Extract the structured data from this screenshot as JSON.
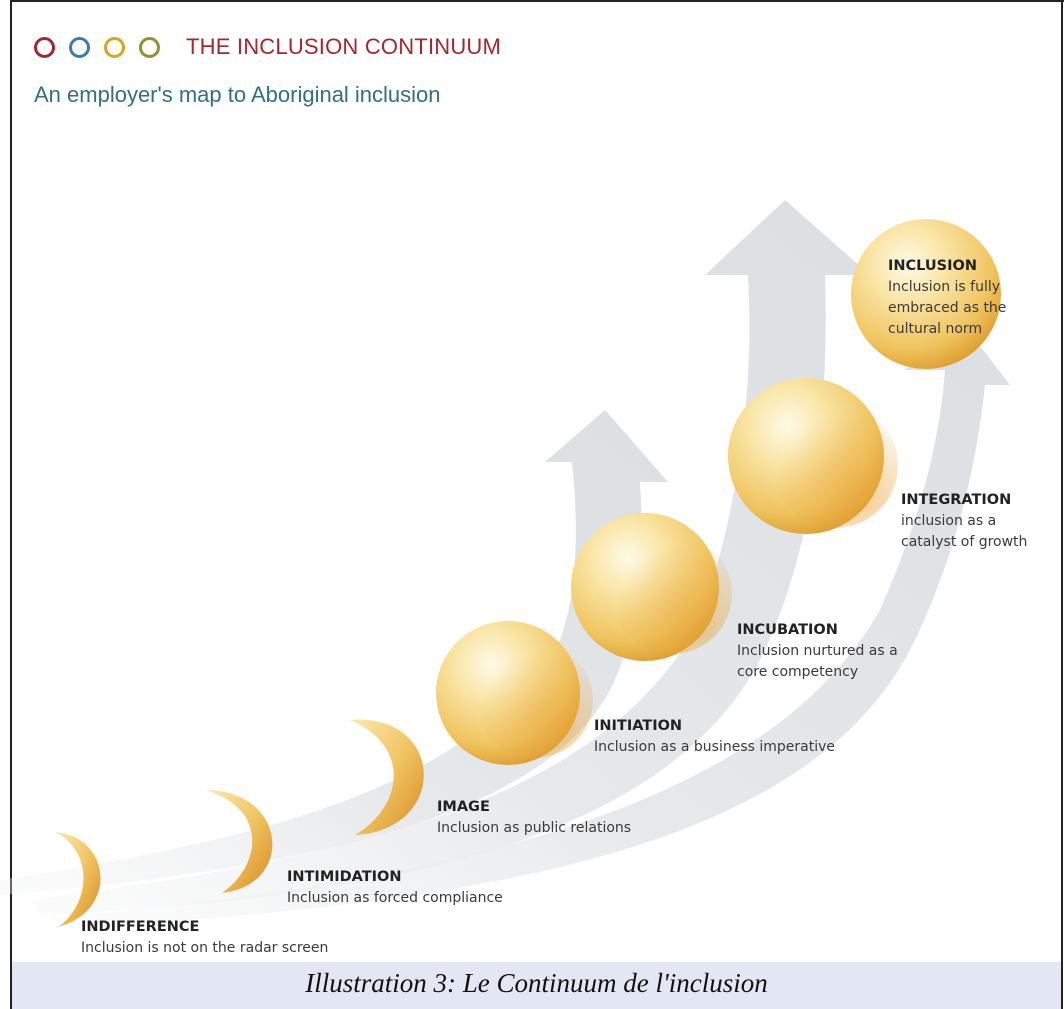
{
  "header": {
    "title": "THE INCLUSION CONTINUUM",
    "subtitle": "An employer's map to Aboriginal inclusion",
    "rings": [
      "#a3282e",
      "#3a7ab0",
      "#d9a323",
      "#86972f"
    ],
    "title_color": "#a3282e",
    "subtitle_color": "#2f7183"
  },
  "stages": [
    {
      "name": "INDIFFERENCE",
      "desc": "Inclusion is not on the radar screen",
      "shape": "crescent"
    },
    {
      "name": "INTIMIDATION",
      "desc": "Inclusion as forced compliance",
      "shape": "crescent"
    },
    {
      "name": "IMAGE",
      "desc": "Inclusion as public relations",
      "shape": "crescent"
    },
    {
      "name": "INITIATION",
      "desc": "Inclusion as a business imperative",
      "shape": "sphere"
    },
    {
      "name": "INCUBATION",
      "desc": "Inclusion nurtured as a\ncore competency",
      "shape": "sphere"
    },
    {
      "name": "INTEGRATION",
      "desc": "inclusion as a\ncatalyst of growth",
      "shape": "sphere"
    },
    {
      "name": "INCLUSION",
      "desc": "Inclusion is fully\nembraced as the\ncultural norm",
      "shape": "sphere"
    }
  ],
  "caption": "Illustration 3: Le Continuum de l'inclusion",
  "colors": {
    "gold_light": "#fdf1c8",
    "gold_mid": "#f3cd6e",
    "gold_dark": "#d8952a",
    "arrow": "#e4e6e8"
  }
}
